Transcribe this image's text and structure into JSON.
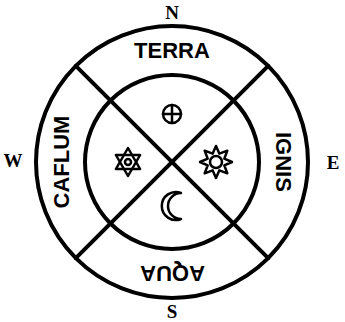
{
  "diagram": {
    "nodes": [
      {
        "text": [
          "TERRA"
        ]
      },
      {
        "text": [
          "IGNIS"
        ]
      },
      {
        "text": [
          "AQUA"
        ]
      },
      {
        "text": [
          "CAFLUM"
        ]
      }
    ],
    "labels": [
      "N",
      "E",
      "S",
      "W"
    ]
  }
}
